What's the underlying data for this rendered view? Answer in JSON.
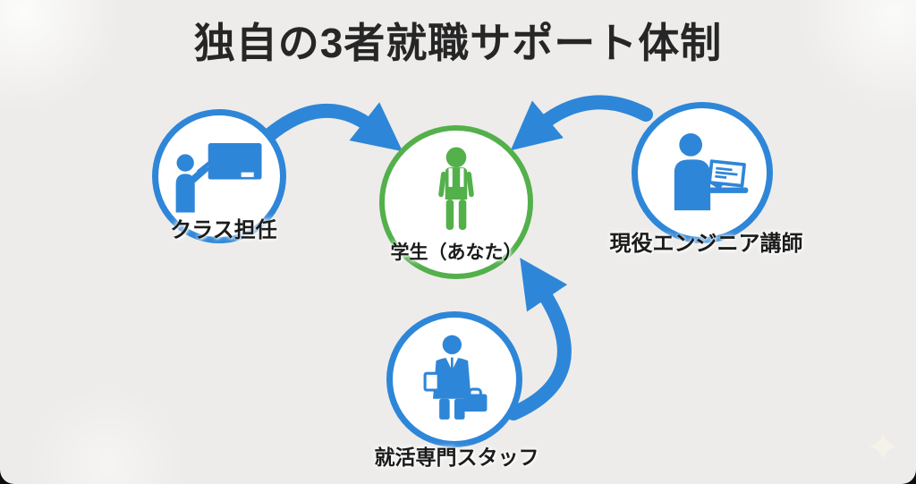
{
  "title": "独自の3者就職サポート体制",
  "colors": {
    "accent_blue": "#2e86d8",
    "accent_green": "#53b04b",
    "background": "#edecea",
    "title_text": "#262626"
  },
  "nodes": {
    "teacher": {
      "label": "クラス担任",
      "icon": "teacher-blackboard-icon"
    },
    "engineer": {
      "label": "現役エンジニア講師",
      "icon": "engineer-laptop-icon"
    },
    "staff": {
      "label": "就活専門スタッフ",
      "icon": "business-staff-icon"
    },
    "student": {
      "label": "学生（あなた）",
      "icon": "student-icon"
    }
  },
  "arrows": [
    {
      "from": "クラス担任",
      "to": "学生（あなた）"
    },
    {
      "from": "現役エンジニア講師",
      "to": "学生（あなた）"
    },
    {
      "from": "就活専門スタッフ",
      "to": "学生（あなた）"
    }
  ],
  "decorations": {
    "sparkle": "sparkle-icon"
  }
}
